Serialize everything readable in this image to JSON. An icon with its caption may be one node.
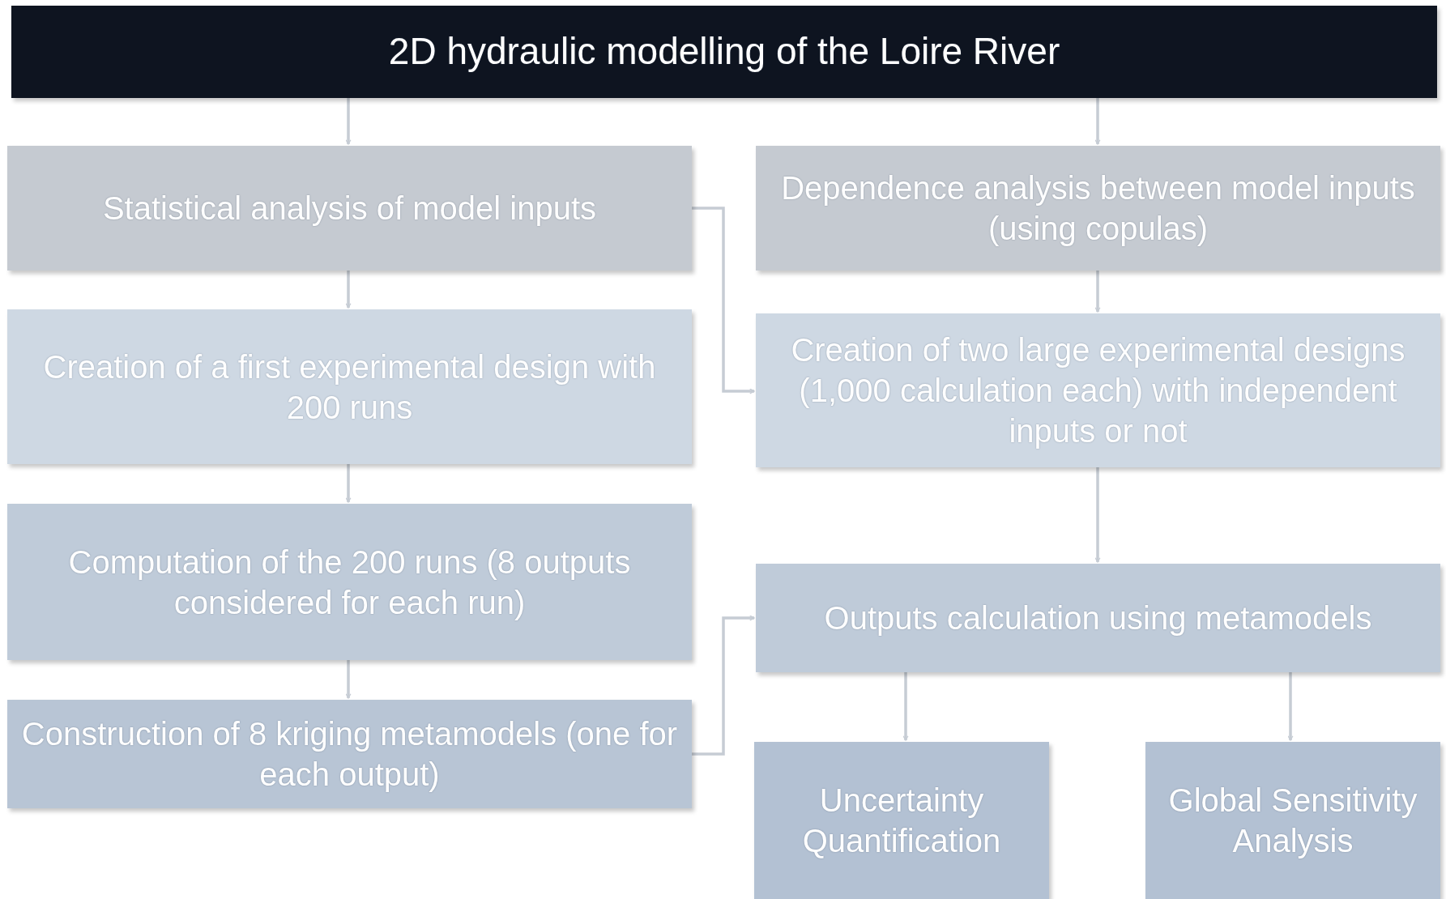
{
  "diagram": {
    "nodes": [
      {
        "text": [
          "2D hydraulic modelling of the Loire River"
        ]
      },
      {
        "text": [
          "Statistical analysis of model inputs"
        ]
      },
      {
        "text": [
          "Dependence analysis between model inputs (using copulas)"
        ]
      },
      {
        "text": [
          "Creation of a first experimental design with 200 runs"
        ]
      },
      {
        "text": [
          "Creation of two large experimental designs (1,000 calculation each) with independent inputs or not"
        ]
      },
      {
        "text": [
          "Computation of the 200 runs (8 outputs considered for each run)"
        ]
      },
      {
        "text": [
          "Outputs calculation using metamodels"
        ]
      },
      {
        "text": [
          "Construction of 8 kriging metamodels (one for each output)"
        ]
      },
      {
        "text": [
          "Uncertainty Quantification"
        ]
      },
      {
        "text": [
          "Global Sensitivity Analysis"
        ]
      }
    ],
    "edges": [
      {
        "from": 0,
        "to": 1,
        "arrow": "to"
      },
      {
        "from": 0,
        "to": 2,
        "arrow": "to"
      },
      {
        "from": 1,
        "to": 3,
        "arrow": "to"
      },
      {
        "from": 1,
        "to": 4,
        "arrow": "to"
      },
      {
        "from": 2,
        "to": 4,
        "arrow": "to"
      },
      {
        "from": 3,
        "to": 5,
        "arrow": "to"
      },
      {
        "from": 5,
        "to": 7,
        "arrow": "to"
      },
      {
        "from": 4,
        "to": 6,
        "arrow": "to"
      },
      {
        "from": 7,
        "to": 6,
        "arrow": "to"
      },
      {
        "from": 6,
        "to": 8,
        "arrow": "to"
      },
      {
        "from": 6,
        "to": 9,
        "arrow": "to"
      }
    ]
  }
}
